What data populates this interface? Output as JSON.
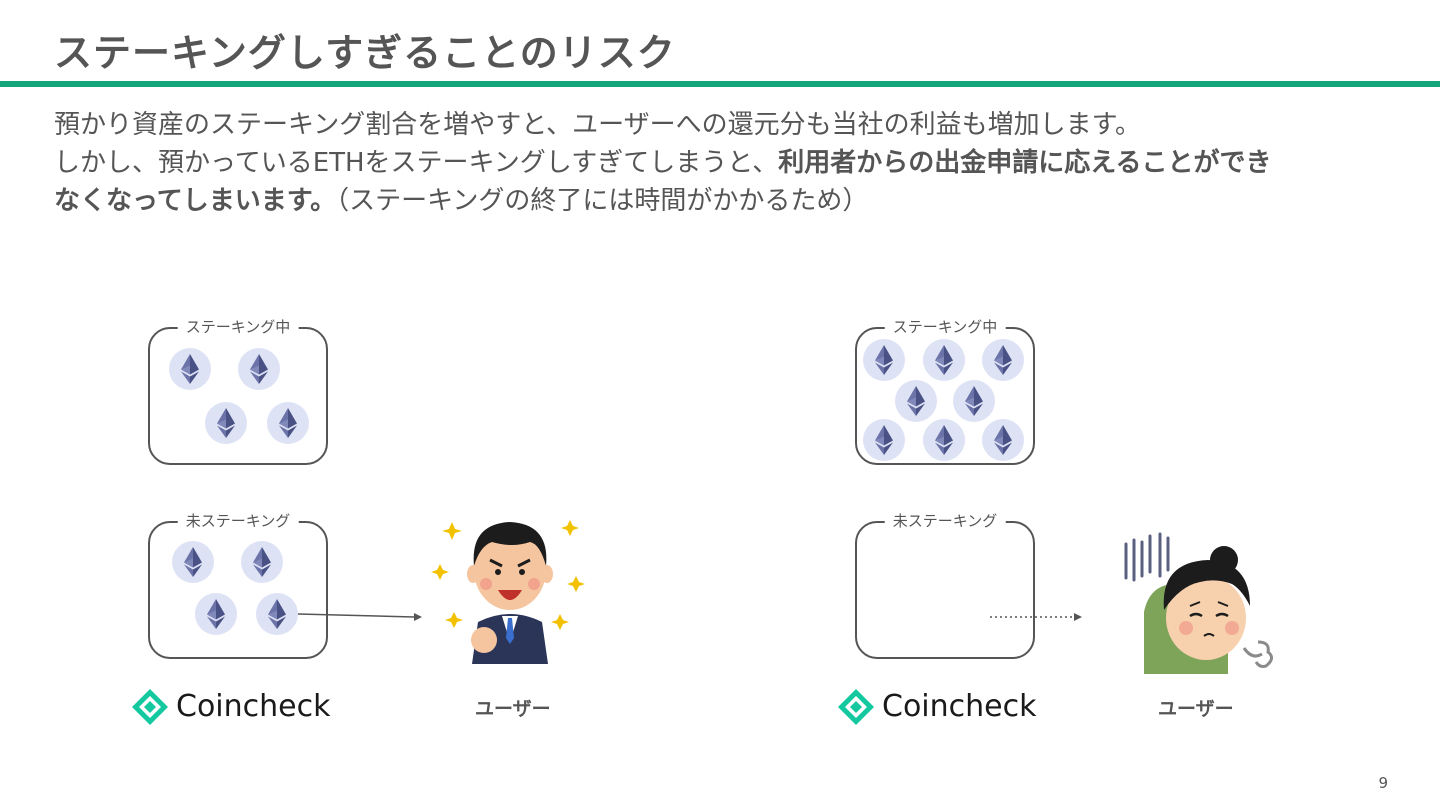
{
  "slide": {
    "title": "ステーキングしすぎることのリスク",
    "body": {
      "line1": "預かり資産のステーキング割合を増やすと、ユーザーへの還元分も当社の利益も増加します。",
      "line2_normal": "しかし、預かっているETHをステーキングしすぎてしまうと、",
      "line2_bold": "利用者からの出金申請に応えることができ",
      "line3_bold": "なくなってしまいます。",
      "line3_normal": "（ステーキングの終了には時間がかかるため）"
    },
    "page_number": "9"
  },
  "scenarios": [
    {
      "staking_label": "ステーキング中",
      "staking_coins": 4,
      "unstaked_label": "未ステーキング",
      "unstaked_coins": 4,
      "exchange_name": "Coincheck",
      "user_label": "ユーザー",
      "user_mood": "happy",
      "arrow_style": "solid"
    },
    {
      "staking_label": "ステーキング中",
      "staking_coins": 8,
      "unstaked_label": "未ステーキング",
      "unstaked_coins": 0,
      "exchange_name": "Coincheck",
      "user_label": "ユーザー",
      "user_mood": "sad",
      "arrow_style": "dotted"
    }
  ],
  "colors": {
    "accent_rule": "#14a67b",
    "text": "#555555",
    "coin_bg": "#dde2f5",
    "eth_dark": "#4a5285",
    "logo": "#14c8a0"
  },
  "icons": {
    "coin": "ethereum-coin-icon",
    "logo": "coincheck-logo-icon"
  }
}
